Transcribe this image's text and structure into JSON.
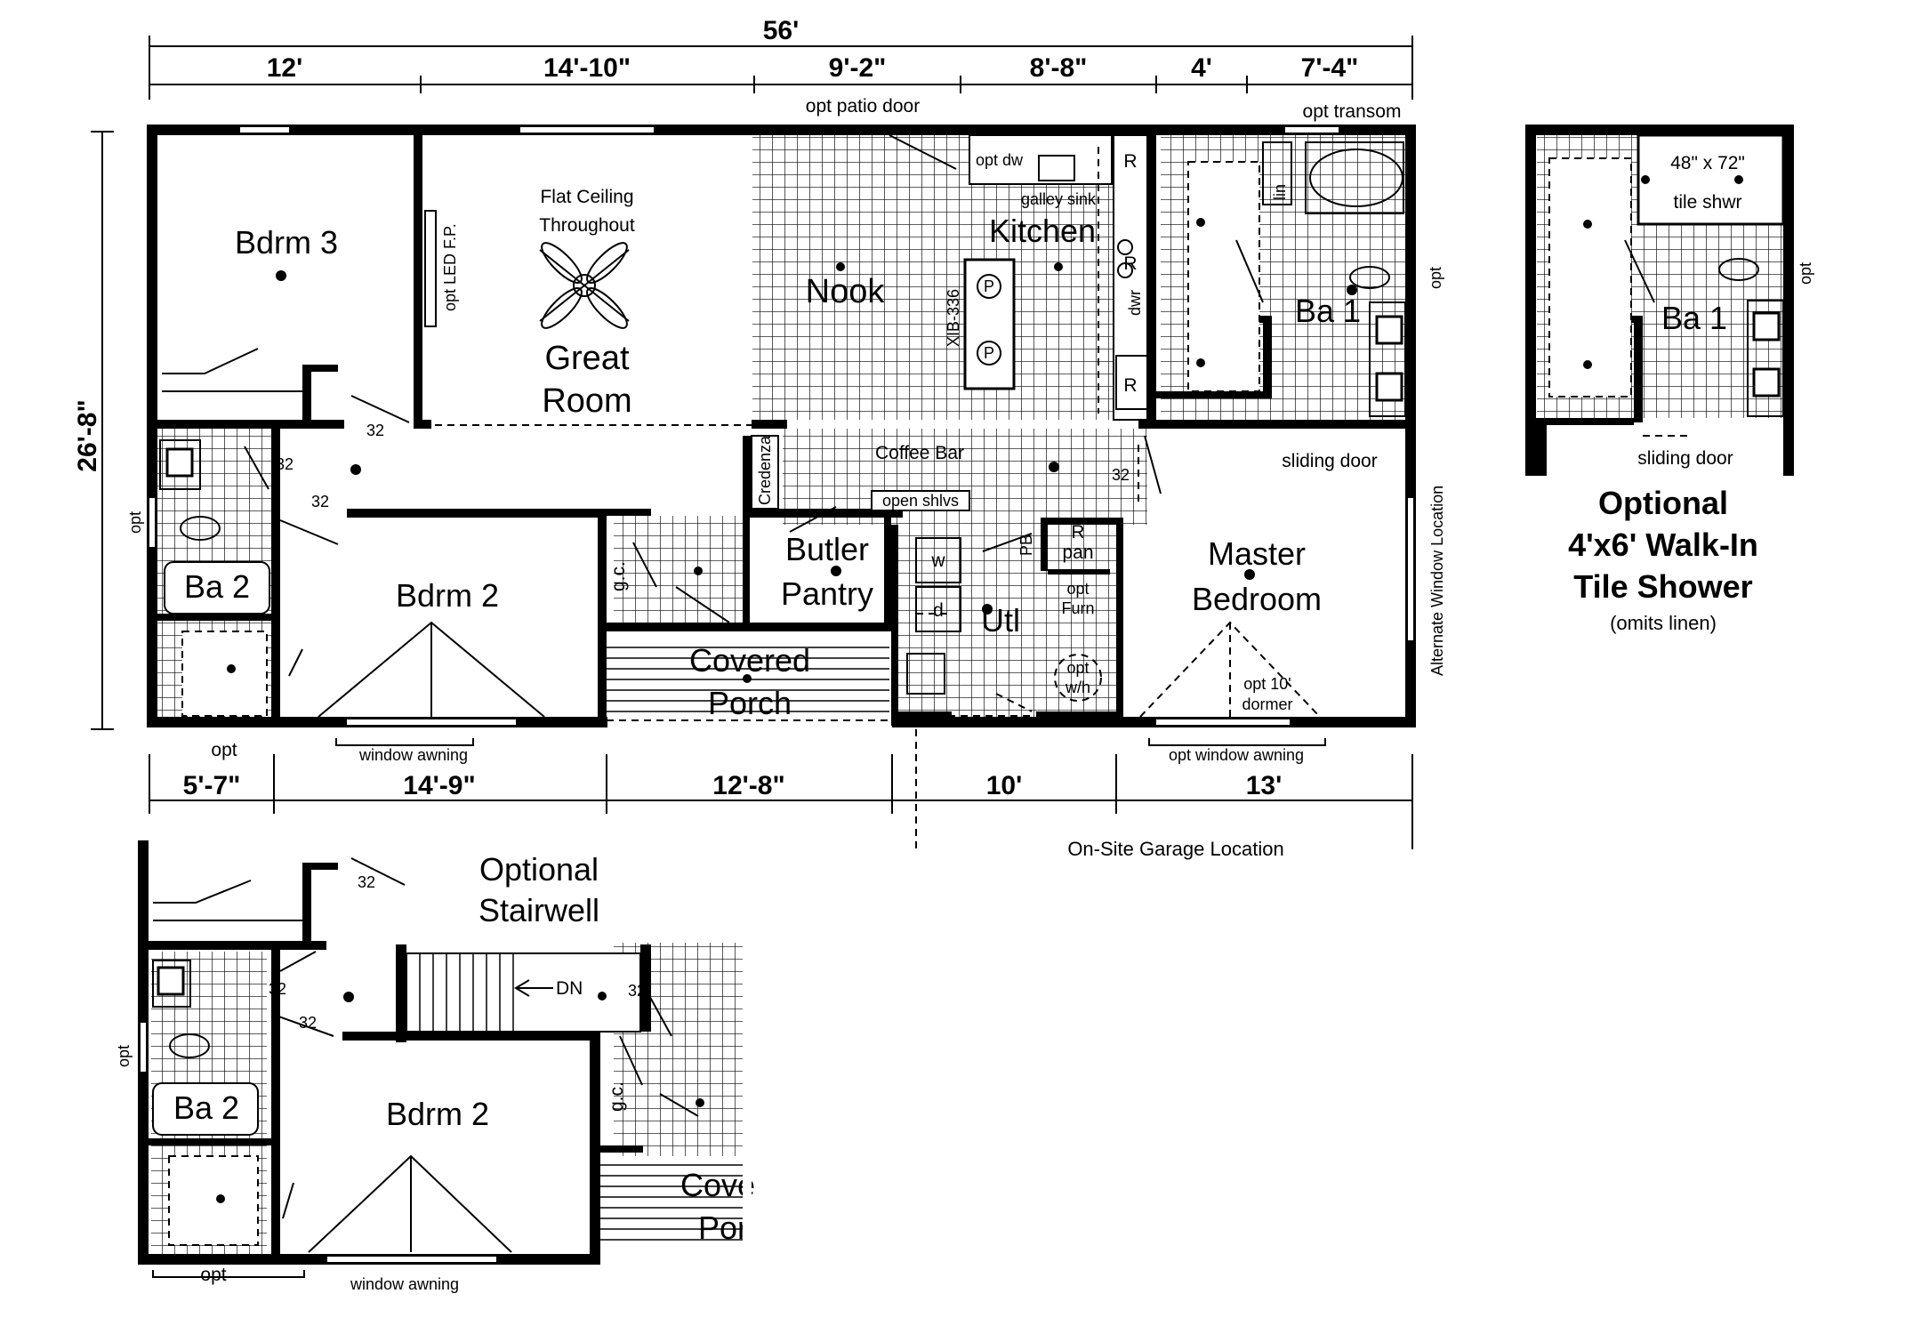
{
  "overall": {
    "width_dim": "56'",
    "depth_dim": "26'-8\""
  },
  "top_dims": [
    "12'",
    "14'-10\"",
    "9'-2\"",
    "8'-8\"",
    "4'",
    "7'-4\""
  ],
  "bottom_dims": [
    "5'-7\"",
    "14'-9\"",
    "12'-8\"",
    "10'",
    "13'"
  ],
  "rooms": {
    "bdrm3": "Bdrm 3",
    "great_room_1": "Great",
    "great_room_2": "Room",
    "flat_ceiling_1": "Flat Ceiling",
    "flat_ceiling_2": "Throughout",
    "nook": "Nook",
    "kitchen": "Kitchen",
    "ba1": "Ba 1",
    "ba2": "Ba 2",
    "bdrm2": "Bdrm 2",
    "covered_porch_1": "Covered",
    "covered_porch_2": "Porch",
    "butler_pantry_1": "Butler",
    "butler_pantry_2": "Pantry",
    "utl": "Utl",
    "master_1": "Master",
    "master_2": "Bedroom"
  },
  "notes": {
    "opt_patio_door": "opt patio door",
    "opt_transom": "opt transom",
    "opt_dw": "opt dw",
    "galley_sink": "galley sink",
    "island_code": "XIB-336",
    "dwr": "dwr",
    "lin": "lin",
    "opt": "opt",
    "opt_led_fp": "opt LED F.P.",
    "sliding_door": "sliding door",
    "coffee_bar": "Coffee Bar",
    "credenza": "Credenza",
    "open_shlvs": "open shlvs",
    "gc": "g.c.",
    "r": "R",
    "pan": "pan",
    "pb": "PB",
    "w": "w",
    "d": "d",
    "opt_furn_1": "opt",
    "opt_furn_2": "Furn",
    "opt_wh_1": "opt",
    "opt_wh_2": "w/h",
    "opt_dormer_1": "opt 10'",
    "opt_dormer_2": "dormer",
    "window_awning": "window awning",
    "opt_window_awning": "opt window awning",
    "alt_window": "Alternate Window Location",
    "garage": "On-Site Garage Location",
    "door_32": "32",
    "p": "P"
  },
  "stairwell": {
    "title_1": "Optional",
    "title_2": "Stairwell",
    "dn": "DN",
    "bdrm2": "Bdrm 2",
    "ba2": "Ba 2",
    "cove": "Cove",
    "por": "Por",
    "opt": "opt",
    "window_awning": "window awning",
    "gc": "g.c.",
    "door_32": "32"
  },
  "shower_option": {
    "title_1": "Optional",
    "title_2": "4'x6' Walk-In",
    "title_3": "Tile Shower",
    "subtitle": "(omits linen)",
    "size": "48\" x 72\"",
    "tile_shwr": "tile shwr",
    "ba1": "Ba 1",
    "sliding_door": "sliding door",
    "opt": "opt"
  }
}
